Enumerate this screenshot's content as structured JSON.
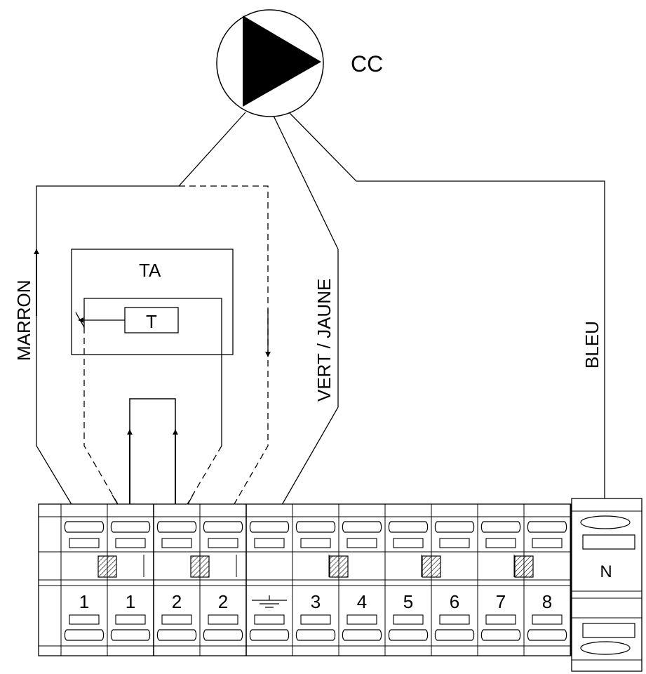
{
  "pump": {
    "label": "CC"
  },
  "thermostat": {
    "label": "TA",
    "sensor_label": "T"
  },
  "wires": {
    "brown": "MARRON",
    "green_yellow": "VERT / JAUNE",
    "blue": "BLEU"
  },
  "terminals": [
    "1",
    "1",
    "2",
    "2",
    "",
    "3",
    "4",
    "5",
    "6",
    "7",
    "8"
  ],
  "neutral_label": "N",
  "colors": {
    "line": "#000000",
    "background": "#ffffff"
  }
}
